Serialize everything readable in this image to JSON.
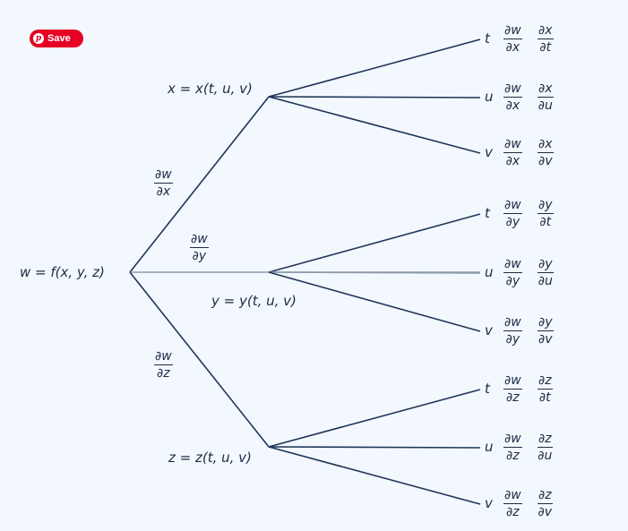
{
  "save_button": {
    "label": "Save",
    "icon": "pinterest-icon"
  },
  "root": {
    "label": "w = f(x, y, z)"
  },
  "level1": [
    {
      "id": "x",
      "label": "x = x(t, u, v)",
      "edge": {
        "num": "∂w",
        "den": "∂x"
      }
    },
    {
      "id": "y",
      "label": "y = y(t, u, v)",
      "edge": {
        "num": "∂w",
        "den": "∂y"
      }
    },
    {
      "id": "z",
      "label": "z = z(t, u, v)",
      "edge": {
        "num": "∂w",
        "den": "∂z"
      }
    }
  ],
  "leaves": [
    {
      "var": "t",
      "f1": {
        "num": "∂w",
        "den": "∂x"
      },
      "f2": {
        "num": "∂x",
        "den": "∂t"
      }
    },
    {
      "var": "u",
      "f1": {
        "num": "∂w",
        "den": "∂x"
      },
      "f2": {
        "num": "∂x",
        "den": "∂u"
      }
    },
    {
      "var": "v",
      "f1": {
        "num": "∂w",
        "den": "∂x"
      },
      "f2": {
        "num": "∂x",
        "den": "∂v"
      }
    },
    {
      "var": "t",
      "f1": {
        "num": "∂w",
        "den": "∂y"
      },
      "f2": {
        "num": "∂y",
        "den": "∂t"
      }
    },
    {
      "var": "u",
      "f1": {
        "num": "∂w",
        "den": "∂y"
      },
      "f2": {
        "num": "∂y",
        "den": "∂u"
      }
    },
    {
      "var": "v",
      "f1": {
        "num": "∂w",
        "den": "∂y"
      },
      "f2": {
        "num": "∂y",
        "den": "∂v"
      }
    },
    {
      "var": "t",
      "f1": {
        "num": "∂w",
        "den": "∂z"
      },
      "f2": {
        "num": "∂z",
        "den": "∂t"
      }
    },
    {
      "var": "u",
      "f1": {
        "num": "∂w",
        "den": "∂z"
      },
      "f2": {
        "num": "∂z",
        "den": "∂u"
      }
    },
    {
      "var": "v",
      "f1": {
        "num": "∂w",
        "den": "∂z"
      },
      "f2": {
        "num": "∂z",
        "den": "∂v"
      }
    }
  ],
  "colors": {
    "line": "#1f3558",
    "middle_line": "#8c99a8",
    "text": "#1d2b45",
    "background": "#f2f8fd",
    "save": "#e60023"
  }
}
